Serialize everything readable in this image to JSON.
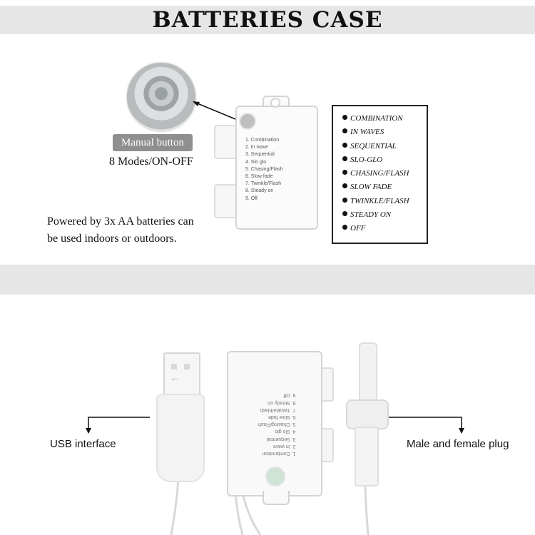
{
  "title": "BATTERIES CASE",
  "manual_button": {
    "label": "Manual button",
    "subtitle": "8 Modes/ON-OFF"
  },
  "box_printed_modes": [
    "1. Combination",
    "2. In wave",
    "3. Sequential",
    "4. Slo glo",
    "5. Chasing/Flash",
    "6. Slow fade",
    "7. Twinkle/Flash",
    "8. Steady on",
    "9. Off"
  ],
  "powered_text": {
    "line1": "Powered by 3x AA batteries can",
    "line2": "be used indoors or outdoors."
  },
  "modes": [
    "COMBINATION",
    "IN WAVES",
    "SEQUENTIAL",
    "SLO-GLO",
    "CHASING/FLASH",
    "SLOW FADE",
    "TWINKLE/FLASH",
    "STEADY ON",
    "OFF"
  ],
  "labels": {
    "usb": "USB interface",
    "plug": "Male and female plug"
  },
  "colors": {
    "banner": "#e6e6e6",
    "label_bg": "#8f8f8f"
  }
}
